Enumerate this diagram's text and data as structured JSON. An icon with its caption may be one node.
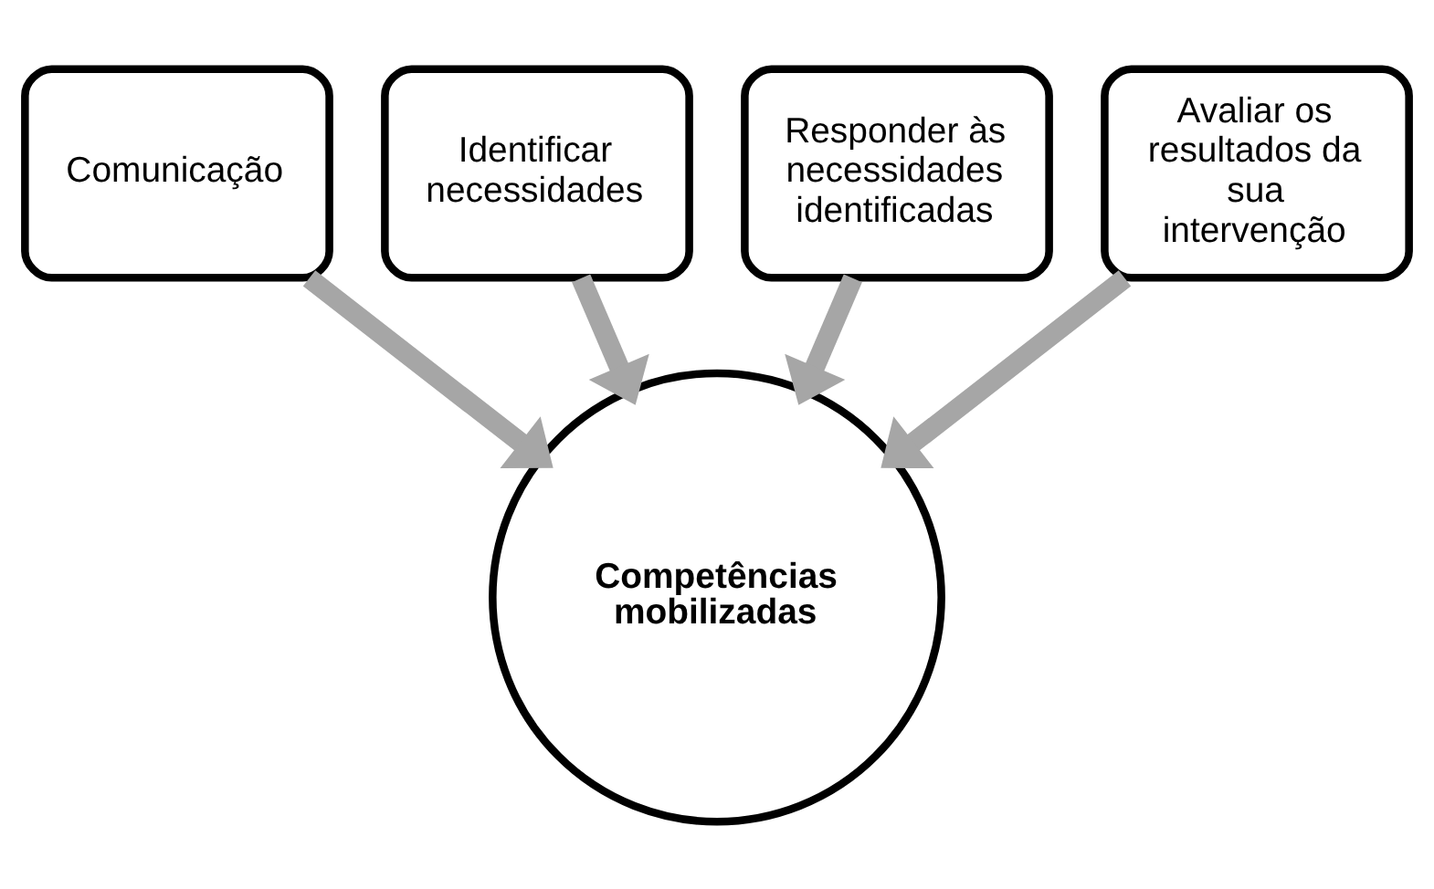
{
  "diagram": {
    "nodes": [
      {
        "text": [
          "Identificar necessidades"
        ]
      },
      {
        "text": [
          "Responder às necessidades identificadas"
        ]
      },
      {
        "text": [
          "Comunicação"
        ]
      },
      {
        "text": [
          "Avaliar os resultados da sua intervenção"
        ]
      },
      {
        "text": [
          "Competências mobilizadas"
        ]
      }
    ],
    "edges": [
      {
        "from": 2,
        "to": 4,
        "arrow": "to"
      },
      {
        "from": 0,
        "to": 4,
        "arrow": "to"
      },
      {
        "from": 1,
        "to": 4,
        "arrow": "to"
      },
      {
        "from": 3,
        "to": 4,
        "arrow": "to"
      }
    ]
  }
}
